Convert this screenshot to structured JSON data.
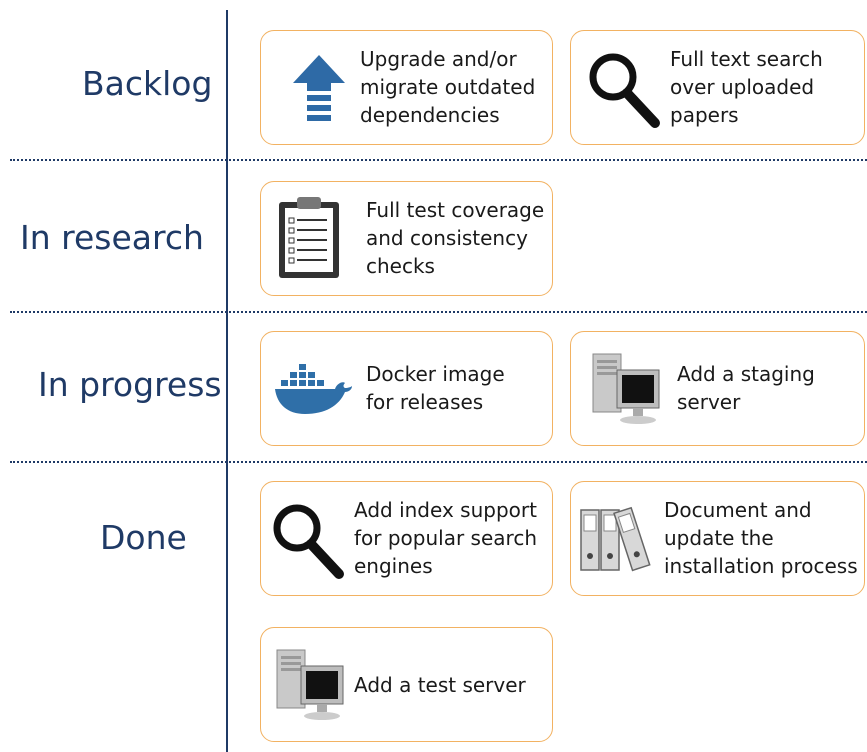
{
  "stages": [
    {
      "label": "Backlog"
    },
    {
      "label": "In research"
    },
    {
      "label": "In progress"
    },
    {
      "label": "Done"
    }
  ],
  "cards": [
    {
      "text": "Upgrade and/or\nmigrate outdated\ndependencies",
      "icon": "up-arrow-icon"
    },
    {
      "text": "Full text search\nover uploaded\npapers",
      "icon": "magnifier-icon"
    },
    {
      "text": "Full test coverage\nand consistency\nchecks",
      "icon": "clipboard-checklist-icon"
    },
    {
      "text": "Docker image\nfor releases",
      "icon": "docker-whale-icon"
    },
    {
      "text": "Add a staging\nserver",
      "icon": "server-computer-icon"
    },
    {
      "text": "Add index support\nfor popular search\nengines",
      "icon": "magnifier-icon"
    },
    {
      "text": "Document and\nupdate the\ninstallation process",
      "icon": "binders-icon"
    },
    {
      "text": "Add a test server",
      "icon": "server-computer-icon"
    }
  ],
  "colors": {
    "label": "#1f3a66",
    "card_border": "#f2b262",
    "arrow": "#2e6aa6",
    "docker": "#2f6fa8"
  }
}
